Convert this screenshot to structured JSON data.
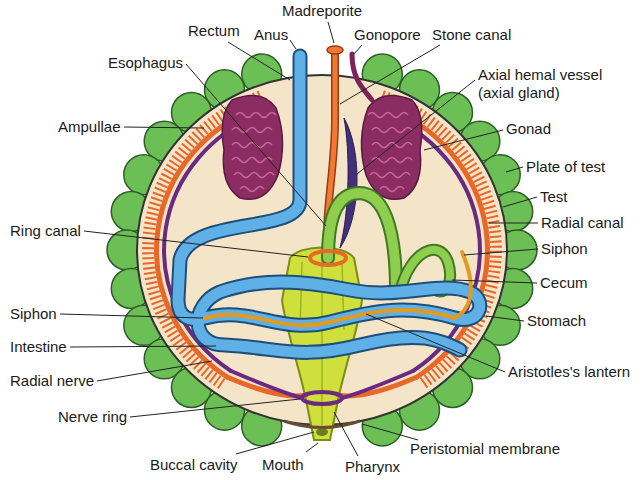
{
  "diagram": {
    "labels": [
      "Rectum",
      "Madreporite",
      "Anus",
      "Gonopore",
      "Esophagus",
      "Stone canal",
      "Axial hemal vessel (axial gland)",
      "Ampullae",
      "Gonad",
      "Plate of test",
      "Test",
      "Ring canal",
      "Radial canal",
      "Siphon",
      "Cecum",
      "Siphon",
      "Stomach",
      "Intestine",
      "Radial nerve",
      "Aristotles's lantern",
      "Nerve ring",
      "Pharynx",
      "Peristomial membrane",
      "Mouth",
      "Buccal cavity"
    ]
  }
}
